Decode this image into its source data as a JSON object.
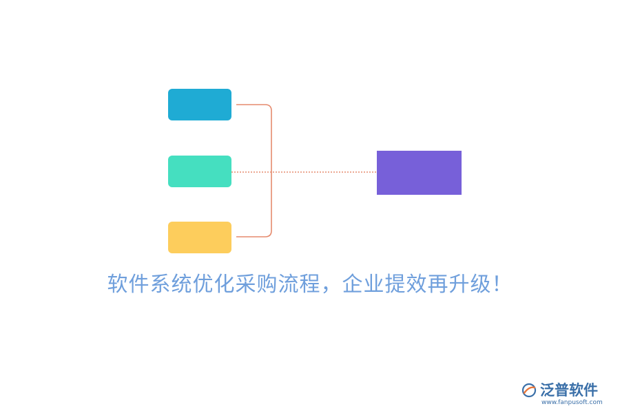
{
  "diagram": {
    "nodes": [
      {
        "id": "source-1",
        "label": "",
        "color": "#1fabd4"
      },
      {
        "id": "source-2",
        "label": "",
        "color": "#45dfc0"
      },
      {
        "id": "source-3",
        "label": "",
        "color": "#fdcd5c"
      },
      {
        "id": "target",
        "label": "",
        "color": "#7760d9"
      }
    ],
    "connector_color": "#e58a6d",
    "link_color": "#e58a6d"
  },
  "caption": {
    "text": "软件系统优化采购流程，企业提效再升级！",
    "color": "#6f9fdc"
  },
  "watermark": {
    "brand": "泛普软件",
    "url": "www.fanpusoft.com",
    "color": "#3a6fa8",
    "accent": "#e8763a"
  }
}
